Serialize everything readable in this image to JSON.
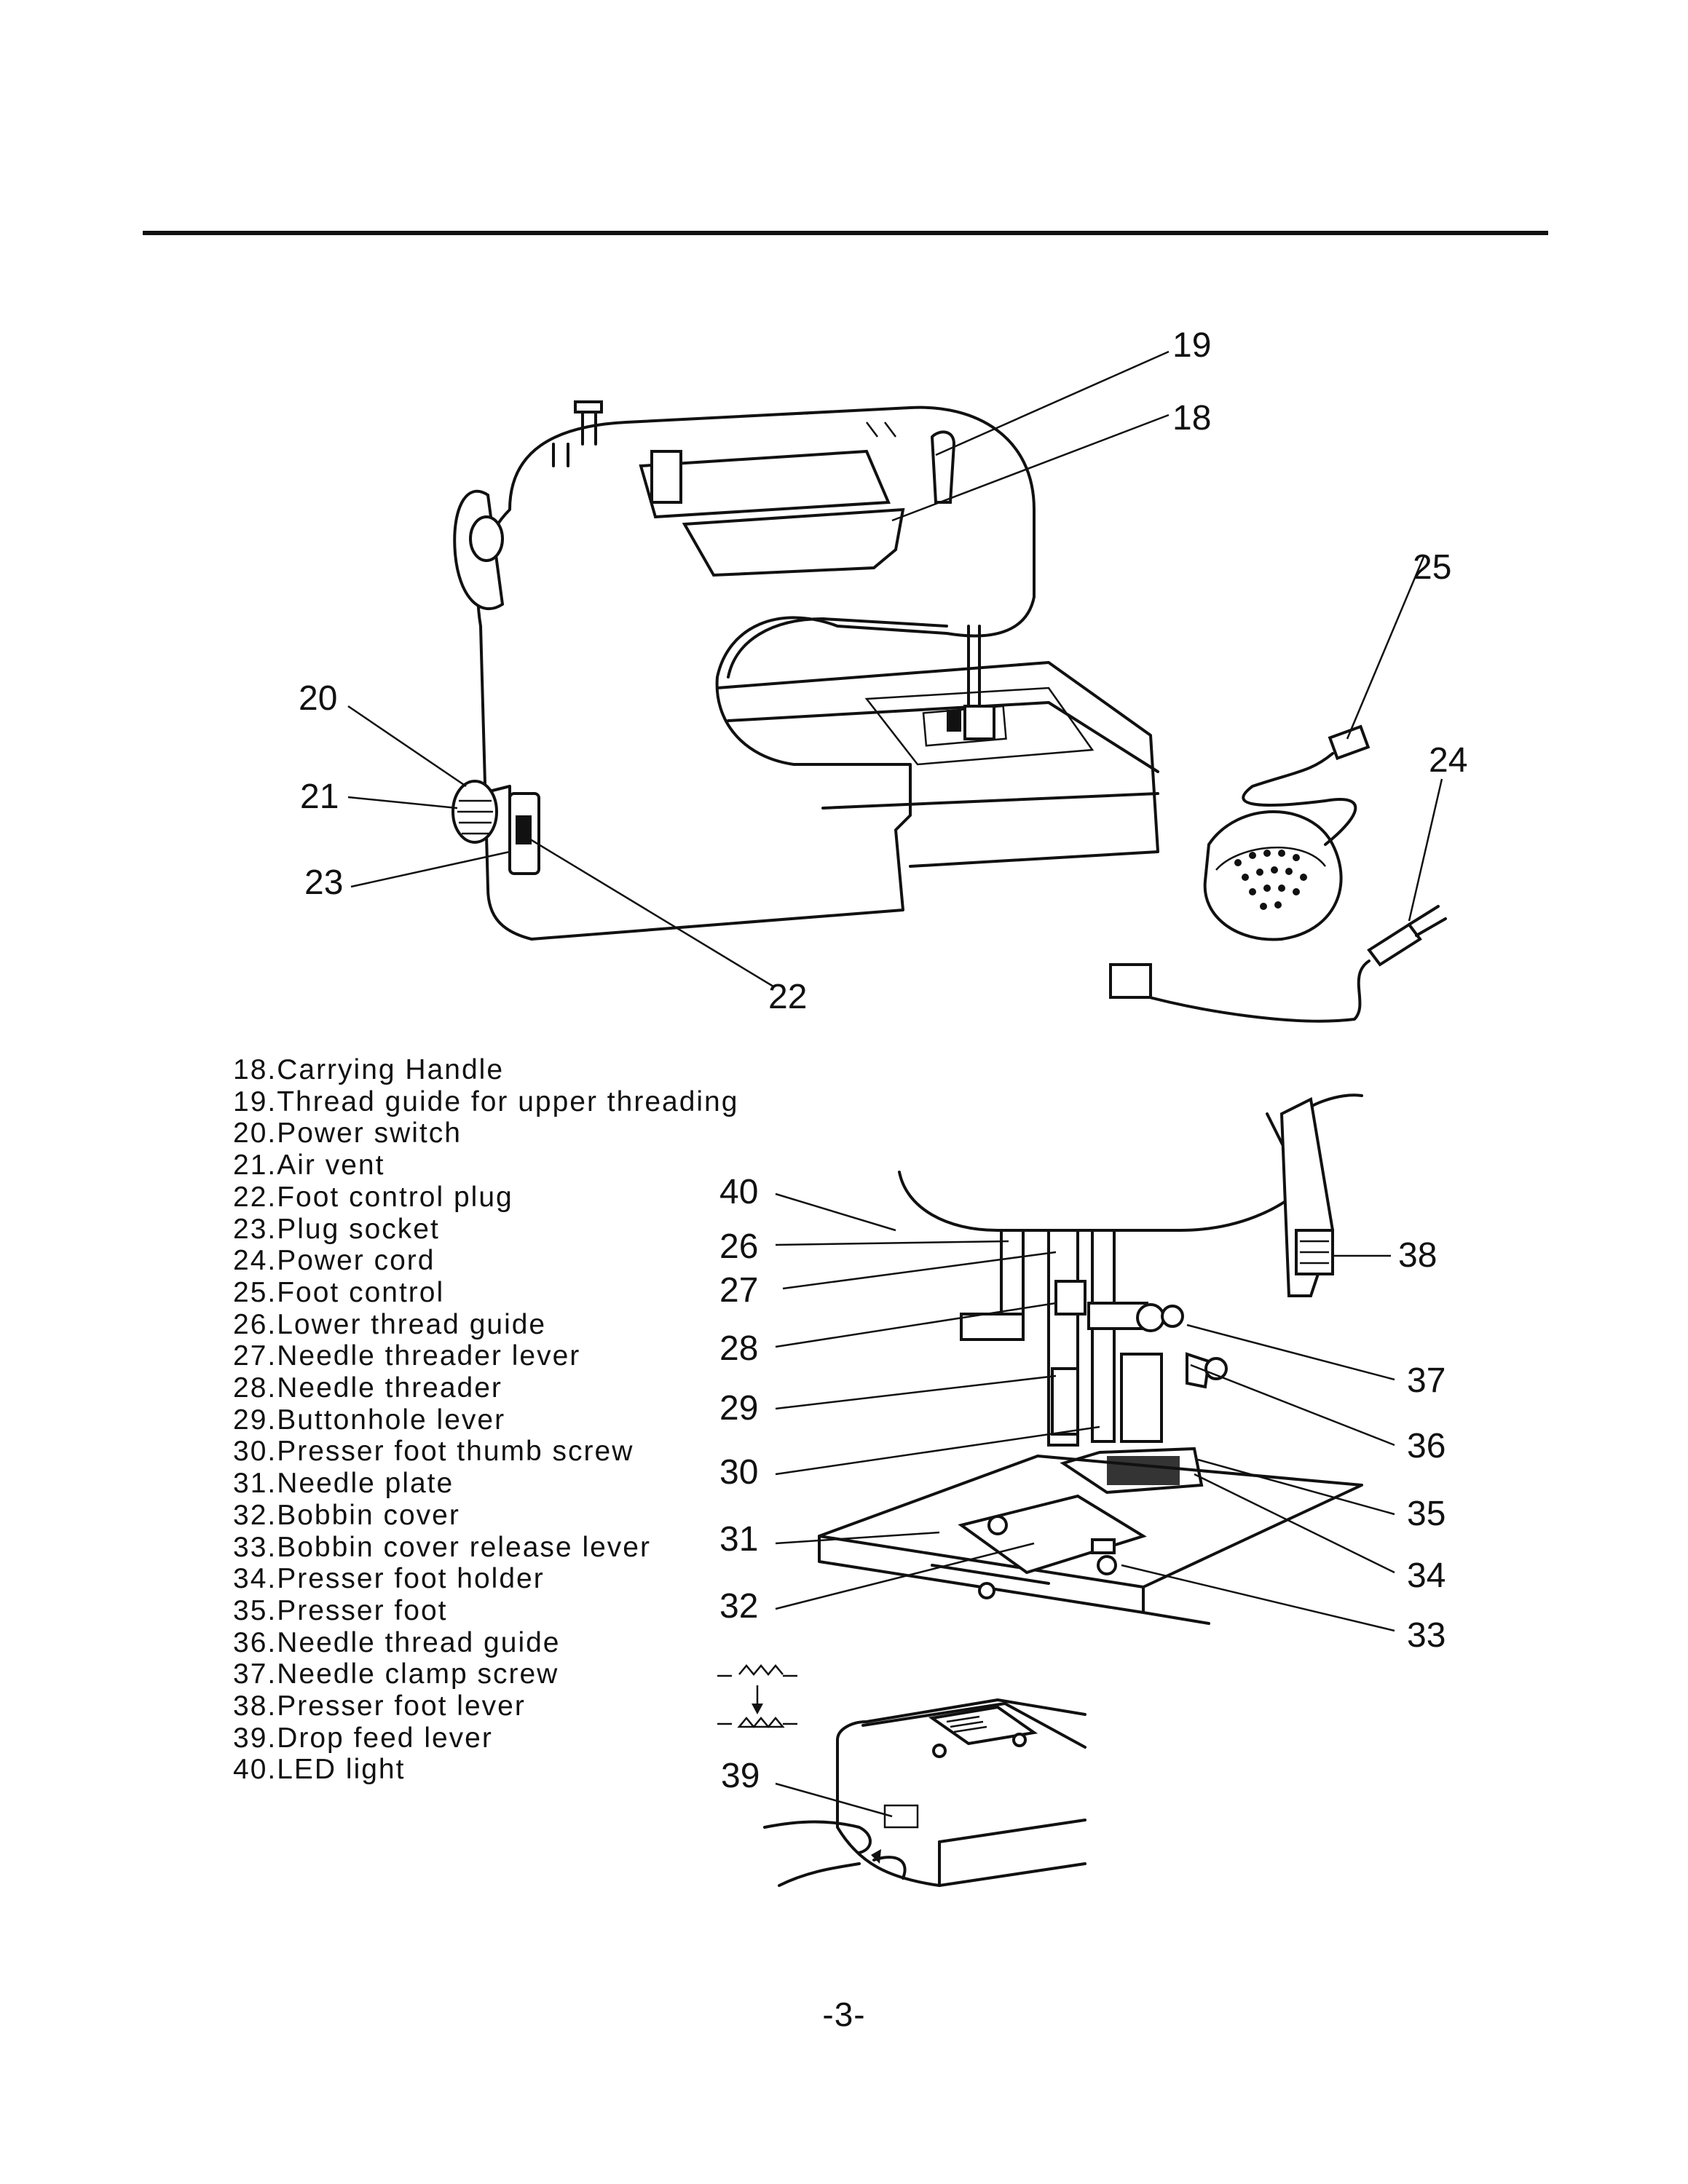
{
  "parts": [
    "18.Carrying Handle",
    "19.Thread guide for upper threading",
    "20.Power switch",
    "21.Air vent",
    "22.Foot control plug",
    "23.Plug socket",
    "24.Power cord",
    "25.Foot control",
    "26.Lower thread guide",
    "27.Needle threader lever",
    "28.Needle threader",
    "29.Buttonhole lever",
    "30.Presser foot thumb screw",
    "31.Needle plate",
    "32.Bobbin cover",
    "33.Bobbin cover release lever",
    "34.Presser foot holder",
    "35.Presser foot",
    "36.Needle thread guide",
    "37.Needle clamp screw",
    "38.Presser foot lever",
    "39.Drop feed lever",
    "40.LED light"
  ],
  "callouts": {
    "n18": "18",
    "n19": "19",
    "n20": "20",
    "n21": "21",
    "n22": "22",
    "n23": "23",
    "n24": "24",
    "n25": "25",
    "n26": "26",
    "n27": "27",
    "n28": "28",
    "n29": "29",
    "n30": "30",
    "n31": "31",
    "n32": "32",
    "n33": "33",
    "n34": "34",
    "n35": "35",
    "n36": "36",
    "n37": "37",
    "n38": "38",
    "n39": "39",
    "n40": "40"
  },
  "page_number": "-3-"
}
